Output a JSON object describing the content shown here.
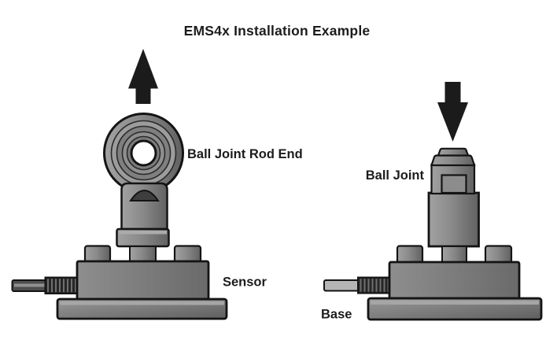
{
  "title": "EMS4x Installation Example",
  "labels": {
    "rod_end": "Ball Joint Rod End",
    "sensor": "Sensor",
    "ball_joint": "Ball Joint",
    "base": "Base"
  },
  "icons": {
    "left_arrow": "up-arrow-icon",
    "right_arrow": "down-arrow-icon"
  },
  "colors": {
    "background": "#ffffff",
    "outline": "#141414",
    "arrow_black": "#1b1b1b",
    "metal_light": "#a0a0a0",
    "metal_mid": "#7f7f7f",
    "metal_dark": "#616161",
    "thread_dark": "#262626",
    "bore_white": "#ffffff",
    "text": "#1c1c1c"
  }
}
